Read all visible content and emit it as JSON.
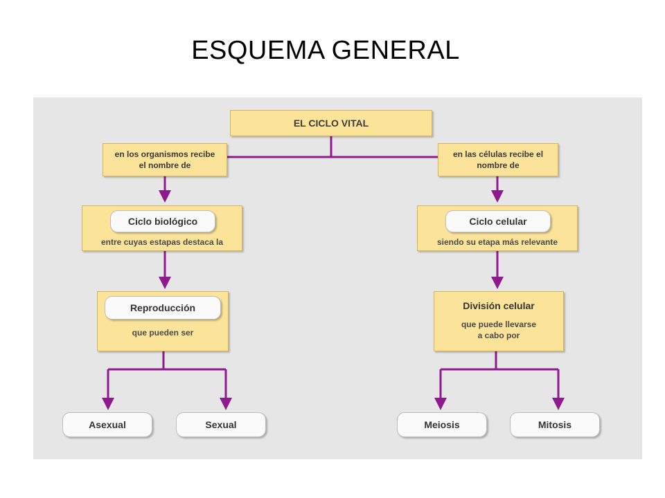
{
  "slide_title": "ESQUEMA GENERAL",
  "diagram": {
    "root": "EL CICLO VITAL",
    "left_link": {
      "line1": "en los organismos recibe",
      "line2": "el nombre de"
    },
    "right_link": {
      "line1": "en las células recibe el",
      "line2": "nombre de"
    },
    "left_concept": {
      "title": "Ciclo biológico",
      "subtitle": "entre cuyas estapas destaca la"
    },
    "right_concept": {
      "title": "Ciclo celular",
      "subtitle": "siendo su etapa más relevante"
    },
    "left_process": {
      "title": "Reproducción",
      "subtitle": "que pueden ser"
    },
    "right_process": {
      "title": "División celular",
      "subtitle_line1": "que puede llevarse",
      "subtitle_line2": "a cabo por"
    },
    "leaves": [
      "Asexual",
      "Sexual",
      "Meiosis",
      "Mitosis"
    ]
  },
  "colors": {
    "panel": "#e6e6e6",
    "box": "#fbe39a",
    "box_border": "#d6b455",
    "connector": "#8e1a8e",
    "pill": "#fafafa"
  }
}
